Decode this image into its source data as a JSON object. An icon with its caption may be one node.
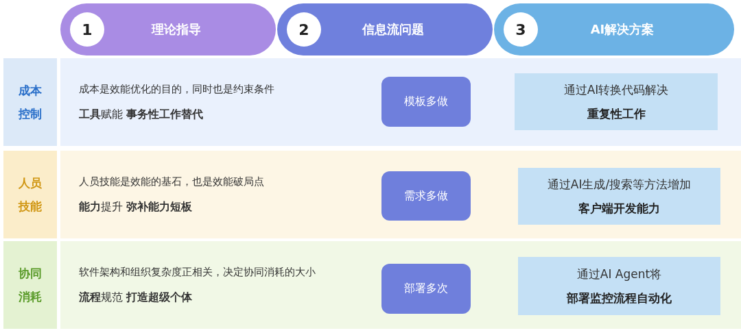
{
  "diagram": {
    "nodes": [
      {
        "text": [
          "1",
          "理论指导"
        ]
      },
      {
        "text": [
          "2",
          "信息流问题"
        ]
      },
      {
        "text": [
          "3",
          "AI解决方案"
        ]
      },
      {
        "text": [
          "成本控制"
        ]
      },
      {
        "text": [
          "成本是效能优化的目的，同时也是约束条件",
          "**工具**赋能 **事务性工作替代**"
        ]
      },
      {
        "text": [
          "模板多做"
        ],
        "in": 4
      },
      {
        "text": [
          "通过AI转换代码解决",
          "重复性工作"
        ],
        "in": 4
      },
      {
        "text": [
          "人员技能"
        ]
      },
      {
        "text": [
          "人员技能是效能的基石，也是效能破局点",
          "**能力**提升 **弥补能力短板**"
        ]
      },
      {
        "text": [
          "需求多做"
        ],
        "in": 8
      },
      {
        "text": [
          "通过AI生成/搜索等方法增加",
          "客户端开发能力"
        ],
        "in": 8
      },
      {
        "text": [
          "协同消耗"
        ]
      },
      {
        "text": [
          "软件架构和组织复杂度正相关，决定协同消耗的大小",
          "**流程**规范 **打造超级个体**"
        ]
      },
      {
        "text": [
          "部署多次"
        ],
        "in": 12
      },
      {
        "text": [
          "通过AI Agent将",
          "部署监控流程自动化"
        ],
        "in": 12
      }
    ],
    "edges": []
  }
}
